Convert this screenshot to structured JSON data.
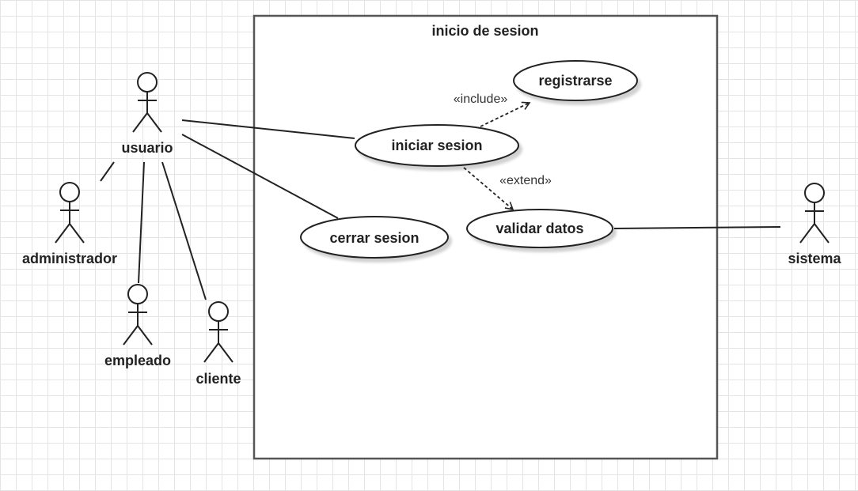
{
  "system": {
    "title": "inicio de sesion"
  },
  "actors": {
    "usuario": "usuario",
    "administrador": "administrador",
    "empleado": "empleado",
    "cliente": "cliente",
    "sistema": "sistema"
  },
  "use_cases": {
    "registrarse": "registrarse",
    "iniciar_sesion": "iniciar sesion",
    "validar_datos": "validar datos",
    "cerrar_sesion": "cerrar sesion"
  },
  "relations": {
    "include": "«include»",
    "extend": "«extend»"
  },
  "colors": {
    "line": "#222222",
    "grid": "#e4e4e4",
    "boundary": "#555555"
  }
}
